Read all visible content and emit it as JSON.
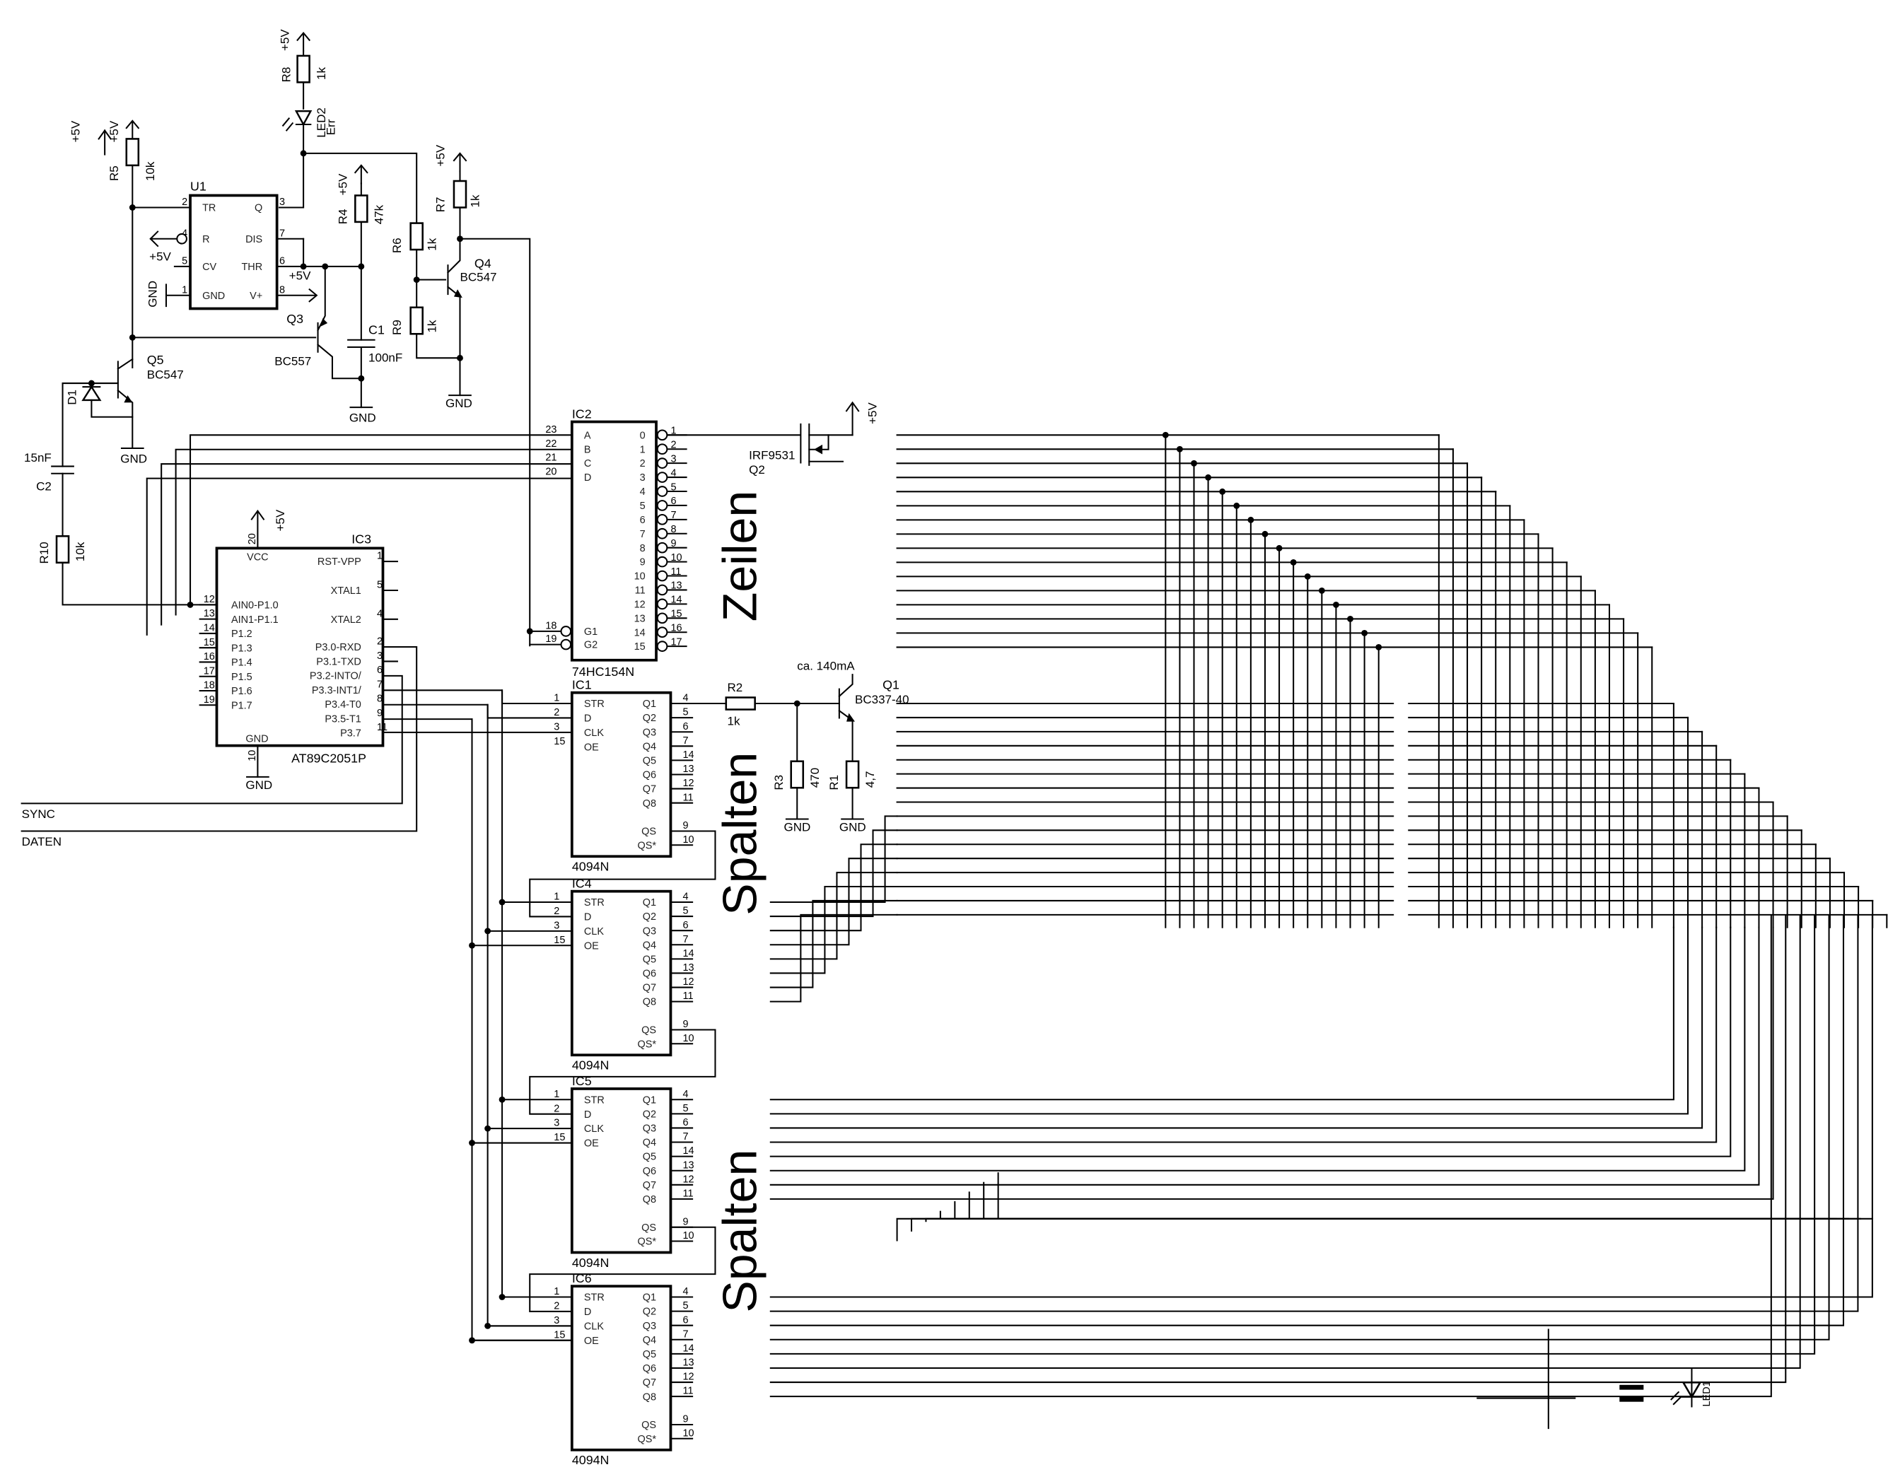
{
  "diagram": {
    "title_rows": "Zeilen",
    "title_cols": "Spalten",
    "signals": {
      "sync": "SYNC",
      "daten": "DATEN"
    },
    "power": {
      "vcc": "+5V",
      "gnd": "GND"
    },
    "current_note": "ca. 140mA",
    "legend": {
      "equals": "=",
      "led_ref": "LED1"
    }
  },
  "components": {
    "R8": {
      "ref": "R8",
      "value": "1k"
    },
    "LED2": {
      "ref": "LED2",
      "value": "Err"
    },
    "R5": {
      "ref": "R5",
      "value": "10k"
    },
    "R4": {
      "ref": "R4",
      "value": "47k"
    },
    "R7": {
      "ref": "R7",
      "value": "1k"
    },
    "R6": {
      "ref": "R6",
      "value": "1k"
    },
    "R9": {
      "ref": "R9",
      "value": "1k"
    },
    "C1": {
      "ref": "C1",
      "value": "100nF"
    },
    "C2": {
      "ref": "C2",
      "value": "15nF"
    },
    "R10": {
      "ref": "R10",
      "value": "10k"
    },
    "D1": {
      "ref": "D1"
    },
    "Q3": {
      "ref": "Q3",
      "value": "BC557"
    },
    "Q4": {
      "ref": "Q4",
      "value": "BC547"
    },
    "Q5": {
      "ref": "Q5",
      "value": "BC547"
    },
    "Q2": {
      "ref": "Q2",
      "value": "IRF9531"
    },
    "Q1": {
      "ref": "Q1",
      "value": "BC337-40"
    },
    "R2": {
      "ref": "R2",
      "value": "1k"
    },
    "R3": {
      "ref": "R3",
      "value": "470"
    },
    "R1": {
      "ref": "R1",
      "value": "4,7"
    },
    "U1": {
      "ref": "U1",
      "pins_left": [
        {
          "num": "2",
          "name": "TR"
        },
        {
          "num": "4",
          "name": "R"
        },
        {
          "num": "5",
          "name": "CV"
        },
        {
          "num": "1",
          "name": "GND"
        }
      ],
      "pins_right": [
        {
          "num": "3",
          "name": "Q"
        },
        {
          "num": "7",
          "name": "DIS"
        },
        {
          "num": "6",
          "name": "THR"
        },
        {
          "num": "8",
          "name": "V+"
        }
      ]
    },
    "IC2": {
      "ref": "IC2",
      "part": "74HC154N",
      "pins_left": [
        {
          "num": "23",
          "name": "A"
        },
        {
          "num": "22",
          "name": "B"
        },
        {
          "num": "21",
          "name": "C"
        },
        {
          "num": "20",
          "name": "D"
        }
      ],
      "pins_enable": [
        {
          "num": "18",
          "name": "G1"
        },
        {
          "num": "19",
          "name": "G2"
        }
      ],
      "outputs": [
        {
          "num": "1",
          "name": "0"
        },
        {
          "num": "2",
          "name": "1"
        },
        {
          "num": "3",
          "name": "2"
        },
        {
          "num": "4",
          "name": "3"
        },
        {
          "num": "5",
          "name": "4"
        },
        {
          "num": "6",
          "name": "5"
        },
        {
          "num": "7",
          "name": "6"
        },
        {
          "num": "8",
          "name": "7"
        },
        {
          "num": "9",
          "name": "8"
        },
        {
          "num": "10",
          "name": "9"
        },
        {
          "num": "11",
          "name": "10"
        },
        {
          "num": "13",
          "name": "11"
        },
        {
          "num": "14",
          "name": "12"
        },
        {
          "num": "15",
          "name": "13"
        },
        {
          "num": "16",
          "name": "14"
        },
        {
          "num": "17",
          "name": "15"
        }
      ]
    },
    "IC3": {
      "ref": "IC3",
      "part": "AT89C2051P",
      "top_pin": {
        "num": "20",
        "name": "VCC"
      },
      "bottom_pin": {
        "num": "10",
        "name": "GND"
      },
      "pins_left": [
        {
          "num": "12",
          "name": "AIN0-P1.0"
        },
        {
          "num": "13",
          "name": "AIN1-P1.1"
        },
        {
          "num": "14",
          "name": "P1.2"
        },
        {
          "num": "15",
          "name": "P1.3"
        },
        {
          "num": "16",
          "name": "P1.4"
        },
        {
          "num": "17",
          "name": "P1.5"
        },
        {
          "num": "18",
          "name": "P1.6"
        },
        {
          "num": "19",
          "name": "P1.7"
        }
      ],
      "pins_right_top": [
        {
          "num": "1",
          "name": "RST-VPP"
        },
        {
          "num": "5",
          "name": "XTAL1"
        },
        {
          "num": "4",
          "name": "XTAL2"
        }
      ],
      "pins_right": [
        {
          "num": "2",
          "name": "P3.0-RXD"
        },
        {
          "num": "3",
          "name": "P3.1-TXD"
        },
        {
          "num": "6",
          "name": "P3.2-INTO/"
        },
        {
          "num": "7",
          "name": "P3.3-INT1/"
        },
        {
          "num": "8",
          "name": "P3.4-T0"
        },
        {
          "num": "9",
          "name": "P3.5-T1"
        },
        {
          "num": "11",
          "name": "P3.7"
        }
      ]
    },
    "shift_registers": [
      {
        "ref": "IC1",
        "part": "4094N"
      },
      {
        "ref": "IC4",
        "part": "4094N"
      },
      {
        "ref": "IC5",
        "part": "4094N"
      },
      {
        "ref": "IC6",
        "part": "4094N"
      }
    ],
    "sr_pins_left": [
      {
        "num": "1",
        "name": "STR"
      },
      {
        "num": "2",
        "name": "D"
      },
      {
        "num": "3",
        "name": "CLK"
      },
      {
        "num": "15",
        "name": "OE"
      }
    ],
    "sr_pins_right": [
      {
        "num": "4",
        "name": "Q1"
      },
      {
        "num": "5",
        "name": "Q2"
      },
      {
        "num": "6",
        "name": "Q3"
      },
      {
        "num": "7",
        "name": "Q4"
      },
      {
        "num": "14",
        "name": "Q5"
      },
      {
        "num": "13",
        "name": "Q6"
      },
      {
        "num": "12",
        "name": "Q7"
      },
      {
        "num": "11",
        "name": "Q8"
      }
    ],
    "sr_pins_serial": [
      {
        "num": "9",
        "name": "QS"
      },
      {
        "num": "10",
        "name": "QS*"
      }
    ]
  }
}
